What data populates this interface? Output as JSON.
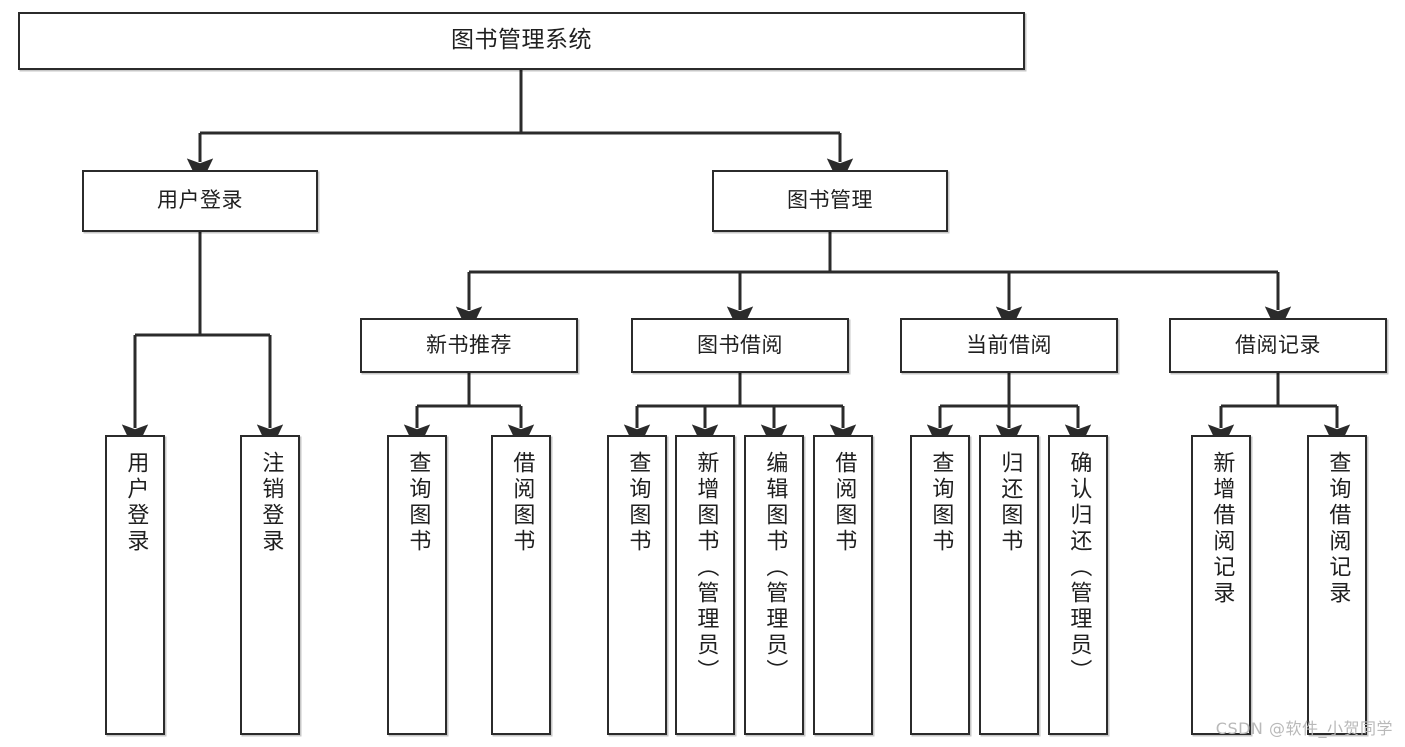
{
  "diagram": {
    "title": "图书管理系统",
    "watermark": "CSDN @软件_小贺同学",
    "colors": {
      "stroke": "#2b2b2b",
      "fill": "#ffffff",
      "text": "#1f1f1f",
      "watermark": "#b9b9b9"
    },
    "nodes": {
      "root": "图书管理系统",
      "level2": [
        "用户登录",
        "图书管理"
      ],
      "level3": [
        "新书推荐",
        "图书借阅",
        "当前借阅",
        "借阅记录"
      ],
      "leaves": {
        "user_login": [
          "用户登录",
          "注销登录"
        ],
        "new_book": [
          "查询图书",
          "借阅图书"
        ],
        "borrow": [
          "查询图书",
          "新增图书（管理员）",
          "编辑图书（管理员）",
          "借阅图书"
        ],
        "current": [
          "查询图书",
          "归还图书",
          "确认归还（管理员）"
        ],
        "records": [
          "新增借阅记录",
          "查询借阅记录"
        ]
      }
    }
  }
}
